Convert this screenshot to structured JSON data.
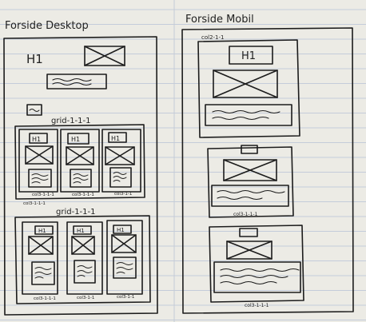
{
  "desktop": {
    "title": "Forside Desktop",
    "hero_heading": "H1",
    "grid1_label": "grid-1-1-1",
    "grid1_cols": [
      {
        "heading": "H1",
        "caption": "col3-1-1-1"
      },
      {
        "heading": "H1",
        "caption": "col3-1-1-1"
      },
      {
        "heading": "H1",
        "caption": "col3-1-1"
      }
    ],
    "grid1_extra_caption": "col3-1-1-1",
    "grid2_label": "grid-1-1-1",
    "grid2_cols": [
      {
        "heading": "H1",
        "caption": "col3-1-1-1"
      },
      {
        "heading": "H1",
        "caption": "col3-1-1"
      },
      {
        "heading": "H1",
        "caption": "col3-1-1"
      }
    ]
  },
  "mobile": {
    "title": "Forside Mobil",
    "block1_label": "col2-1-1",
    "block1_heading": "H1",
    "block2_caption": "col3-1-1-1",
    "block3_caption": "col3-1-1-1"
  },
  "colors": {
    "ink": "#1c1c1c",
    "paper": "#eeece6",
    "rule": "#a9b8d3",
    "margin": "#d4a0a0"
  }
}
